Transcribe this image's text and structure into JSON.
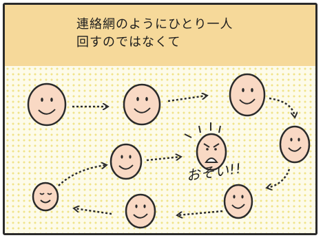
{
  "caption": {
    "line1": "連絡網のようにひとり一人",
    "line2": "回すのではなくて"
  },
  "exclamation": "おそい!!",
  "colors": {
    "header_bg": "#f6d99a",
    "face_fill": "#f9d9c4",
    "outline": "#2a2a2a",
    "dots": "#f0e38a"
  },
  "icons": [
    "smiling-face-icon",
    "sleepy-face-icon",
    "angry-face-icon",
    "dotted-arrow-icon"
  ]
}
